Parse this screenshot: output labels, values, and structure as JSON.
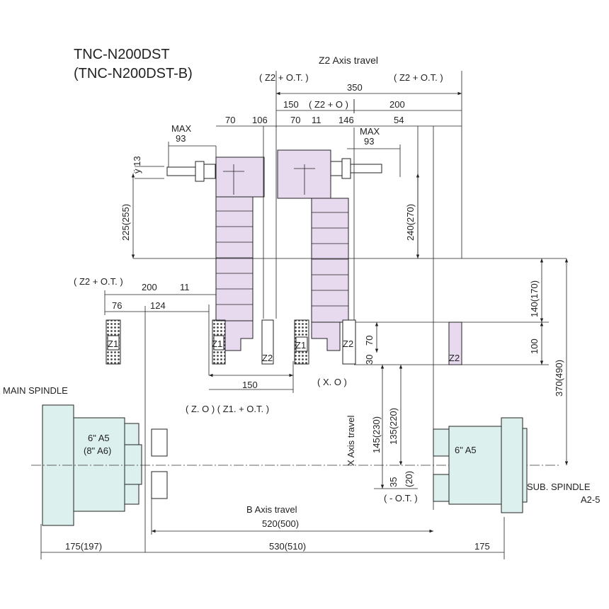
{
  "title": {
    "line1": "TNC-N200DST",
    "line2": "(TNC-N200DST-B)"
  },
  "colors": {
    "turret": "#e7d9ee",
    "spindle": "#dcf0ee",
    "line": "#222222"
  },
  "labels": {
    "z2_axis_travel": "Z2 Axis travel",
    "z2_ot_left": "( Z2 + O.T. )",
    "z2_ot_right": "( Z2 + O.T. )",
    "d350": "350",
    "d150_top": "150",
    "z2_o": "( Z2 + O )",
    "d200_top": "200",
    "d70_a": "70",
    "d106": "106",
    "d70_b": "70",
    "d11_a": "11",
    "d146": "146",
    "d54": "54",
    "max_left": "MAX",
    "d93_left": "93",
    "max_right": "MAX",
    "d93_right": "93",
    "y13": "ÿ 13",
    "d225": "225(255)",
    "d240": "240(270)",
    "z2_ot_mid": "( Z2 + O.T. )",
    "d200_mid": "200",
    "d11_mid": "11",
    "d76": "76",
    "d124": "124",
    "d140": "140(170)",
    "d70_v": "70",
    "d100": "100",
    "d30": "30",
    "d370": "370(490)",
    "z1_a": "Z1",
    "z1_b": "Z1",
    "z1_c": "Z1",
    "z2_a": "Z2",
    "z2_b": "Z2",
    "z2_c": "Z2",
    "d150_mid": "150",
    "x_o": "( X. O )",
    "main_spindle": "MAIN SPINDLE",
    "z_o": "( Z. O ) ( Z1. + O.T. )",
    "x_axis_travel": "X Axis travel",
    "d145": "145(230)",
    "d135": "135(220)",
    "d35": "35",
    "d20": "(20)",
    "minus_ot": "( - O.T. )",
    "a5_main": "6\" A5",
    "a6_main": "(8\" A6)",
    "a5_sub": "6\" A5",
    "sub_spindle": "SUB. SPINDLE",
    "a2_5": "A2-5",
    "b_axis_travel": "B Axis travel",
    "d520": "520(500)",
    "d175_left": "175(197)",
    "d530": "530(510)",
    "d175_right": "175"
  }
}
